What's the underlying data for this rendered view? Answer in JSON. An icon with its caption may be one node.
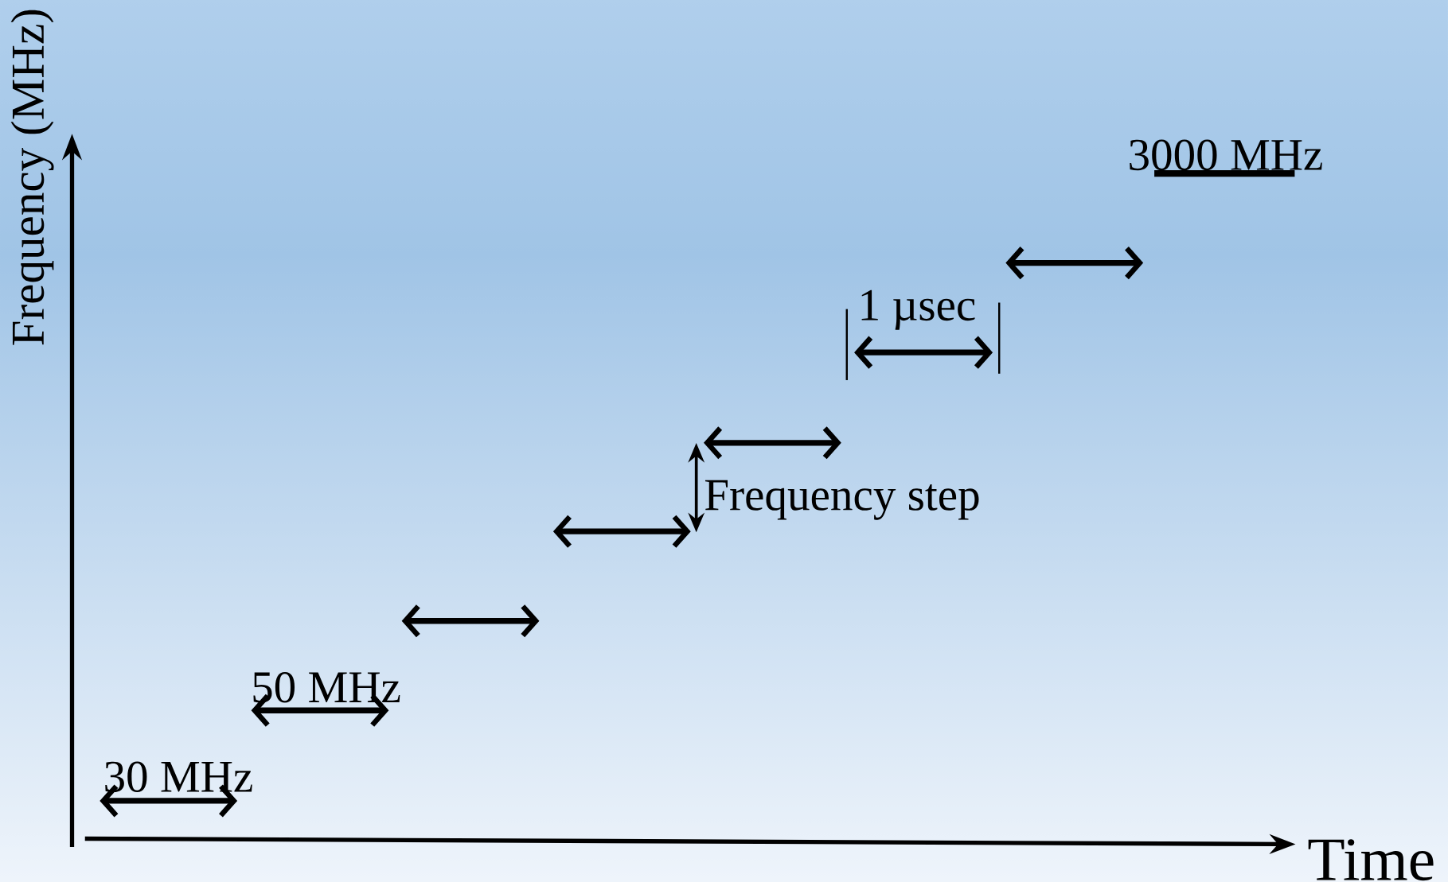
{
  "diagram": {
    "labels": [
      "Frequency (MHz)",
      "3000 MHz",
      "1 µsec",
      "Frequency step",
      "50 MHz",
      "30 MHz",
      "Time"
    ]
  }
}
